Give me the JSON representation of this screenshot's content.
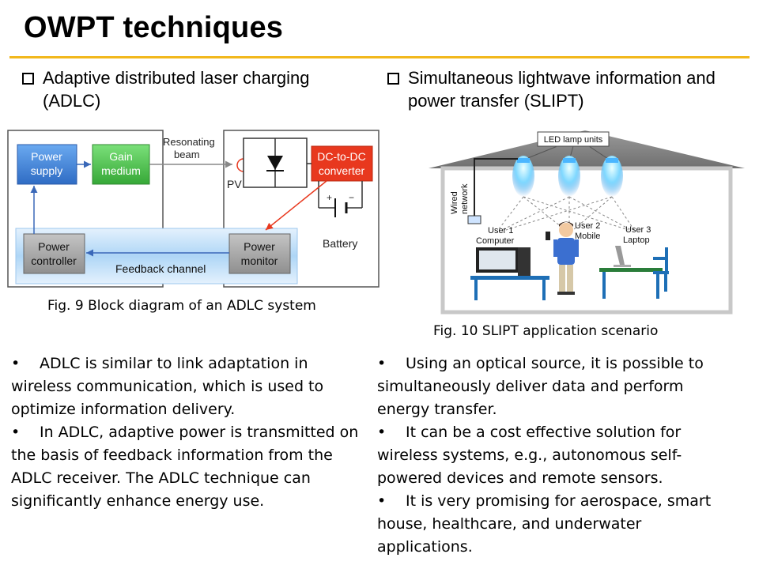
{
  "title": "OWPT techniques",
  "left": {
    "heading_line1": "Adaptive distributed laser charging",
    "heading_line2": "(ADLC)",
    "diagram": {
      "power_supply": [
        "Power",
        "supply"
      ],
      "gain_medium": [
        "Gain",
        "medium"
      ],
      "resonating_beam": [
        "Resonating",
        "beam"
      ],
      "pv": "PV",
      "dc_converter": [
        "DC-to-DC",
        "converter"
      ],
      "battery": "Battery",
      "power_controller": [
        "Power",
        "controller"
      ],
      "feedback_channel": "Feedback channel",
      "power_monitor": [
        "Power",
        "monitor"
      ],
      "plus_sign": "+",
      "minus_sign": "−"
    },
    "caption": "Fig. 9  Block diagram of an ADLC system",
    "bullets": [
      "ADLC is similar to link adaptation in wireless communication, which is used to optimize information delivery.",
      "In ADLC, adaptive power is transmitted on the basis of feedback information from the ADLC receiver. The ADLC technique can significantly enhance energy use."
    ]
  },
  "right": {
    "heading_line1": "Simultaneous lightwave information and",
    "heading_line2": "power transfer (SLIPT)",
    "scene": {
      "led_units": "LED lamp units",
      "wired_network": [
        "Wired",
        "network"
      ],
      "user1": [
        "User 1",
        "Computer"
      ],
      "user2": [
        "User 2",
        "Mobile"
      ],
      "user3": [
        "User 3",
        "Laptop"
      ]
    },
    "caption": "Fig. 10  SLIPT application scenario",
    "bullets": [
      "Using an optical source, it is possible to simultaneously deliver data and perform energy transfer.",
      "It can be a cost effective solution for wireless systems, e.g., autonomous self-powered devices and remote sensors.",
      "It is very promising for aerospace, smart house, healthcare, and underwater applications."
    ]
  },
  "colors": {
    "accent_rule": "#f2b81c",
    "power_supply_blue": "#3a7dd8",
    "gain_green": "#4cc24a",
    "converter_red": "#e8381e",
    "lamp_blue": "#7fd8ff"
  }
}
